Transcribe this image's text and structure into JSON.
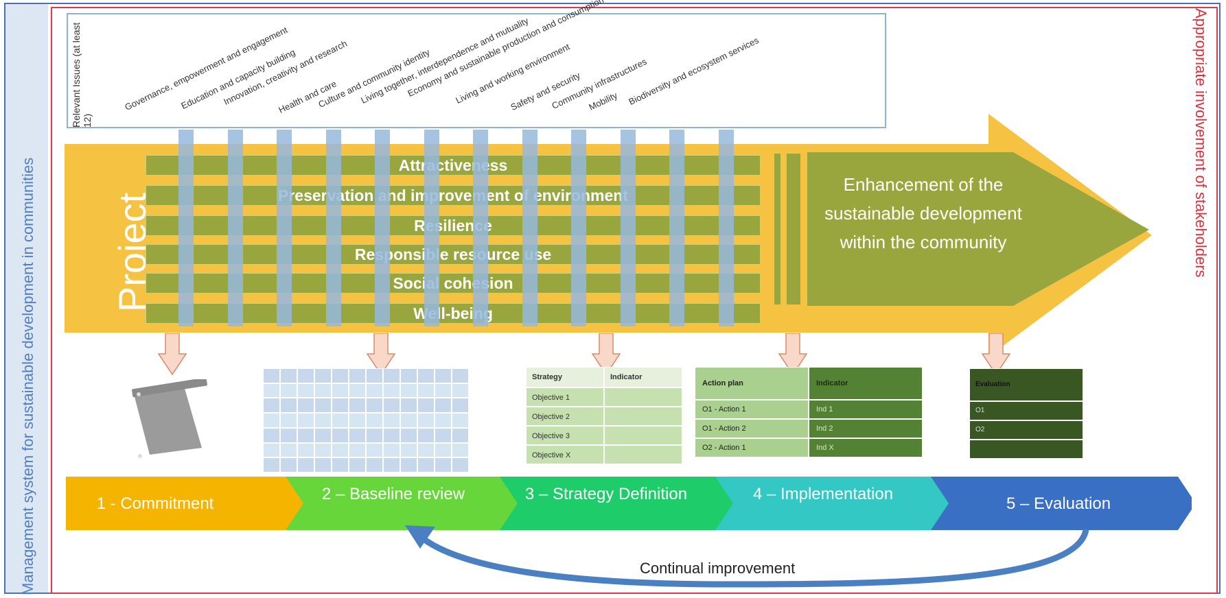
{
  "frame": {
    "left_label": "Management system for sustainable development in communities",
    "right_label": "Appropriate involvement of stakeholders"
  },
  "issues": {
    "title": "Relevant Issues (at least 12)",
    "items": [
      "Governance, empowerment and engagement",
      "Education and capacity building",
      "Innovation, creativity and research",
      "Health and care",
      "Culture and community identity",
      "Living together, interdependence and mutuality",
      "Economy and sustainable production and consumption",
      "Living and working environment",
      "Safety and security",
      "Community infrastructures",
      "Mobility",
      "Biodiversity and ecosystem services"
    ]
  },
  "project": {
    "label": "Project",
    "purposes": [
      "Attractiveness",
      "Preservation and improvement of environment",
      "Resilience",
      "Responsible resource use",
      "Social cohesion",
      "Well-being"
    ],
    "outcome": "Enhancement of the sustainable development within the community"
  },
  "strategy_table": {
    "headers": [
      "Strategy",
      "Indicator"
    ],
    "rows": [
      "Objective 1",
      "Objective 2",
      "Objective 3",
      "Objective X"
    ]
  },
  "action_table": {
    "headers": [
      "Action plan",
      "Indicator"
    ],
    "rows": [
      [
        "O1 - Action 1",
        "Ind 1"
      ],
      [
        "O1 - Action 2",
        "Ind 2"
      ],
      [
        "O2 - Action 1",
        "Ind X"
      ]
    ]
  },
  "evaluation_table": {
    "header": "Evaluation",
    "rows": [
      "O1",
      "O2",
      ""
    ]
  },
  "stages": [
    {
      "label": "1 - Commitment",
      "color": "#f5b400"
    },
    {
      "label": "2 – Baseline review",
      "color": "#66d63a"
    },
    {
      "label": "3 – Strategy Definition",
      "color": "#1fcc6a"
    },
    {
      "label": "4 – Implementation",
      "color": "#33c8c4"
    },
    {
      "label": "5 – Evaluation",
      "color": "#3a70c4"
    }
  ],
  "loop": {
    "label": "Continual improvement"
  },
  "colors": {
    "band": "#f5c242",
    "purpose_row": "#99a63e",
    "pillar": "#96b9dd",
    "frame_blue": "#4f6fb0",
    "frame_red": "#e03a4a"
  }
}
